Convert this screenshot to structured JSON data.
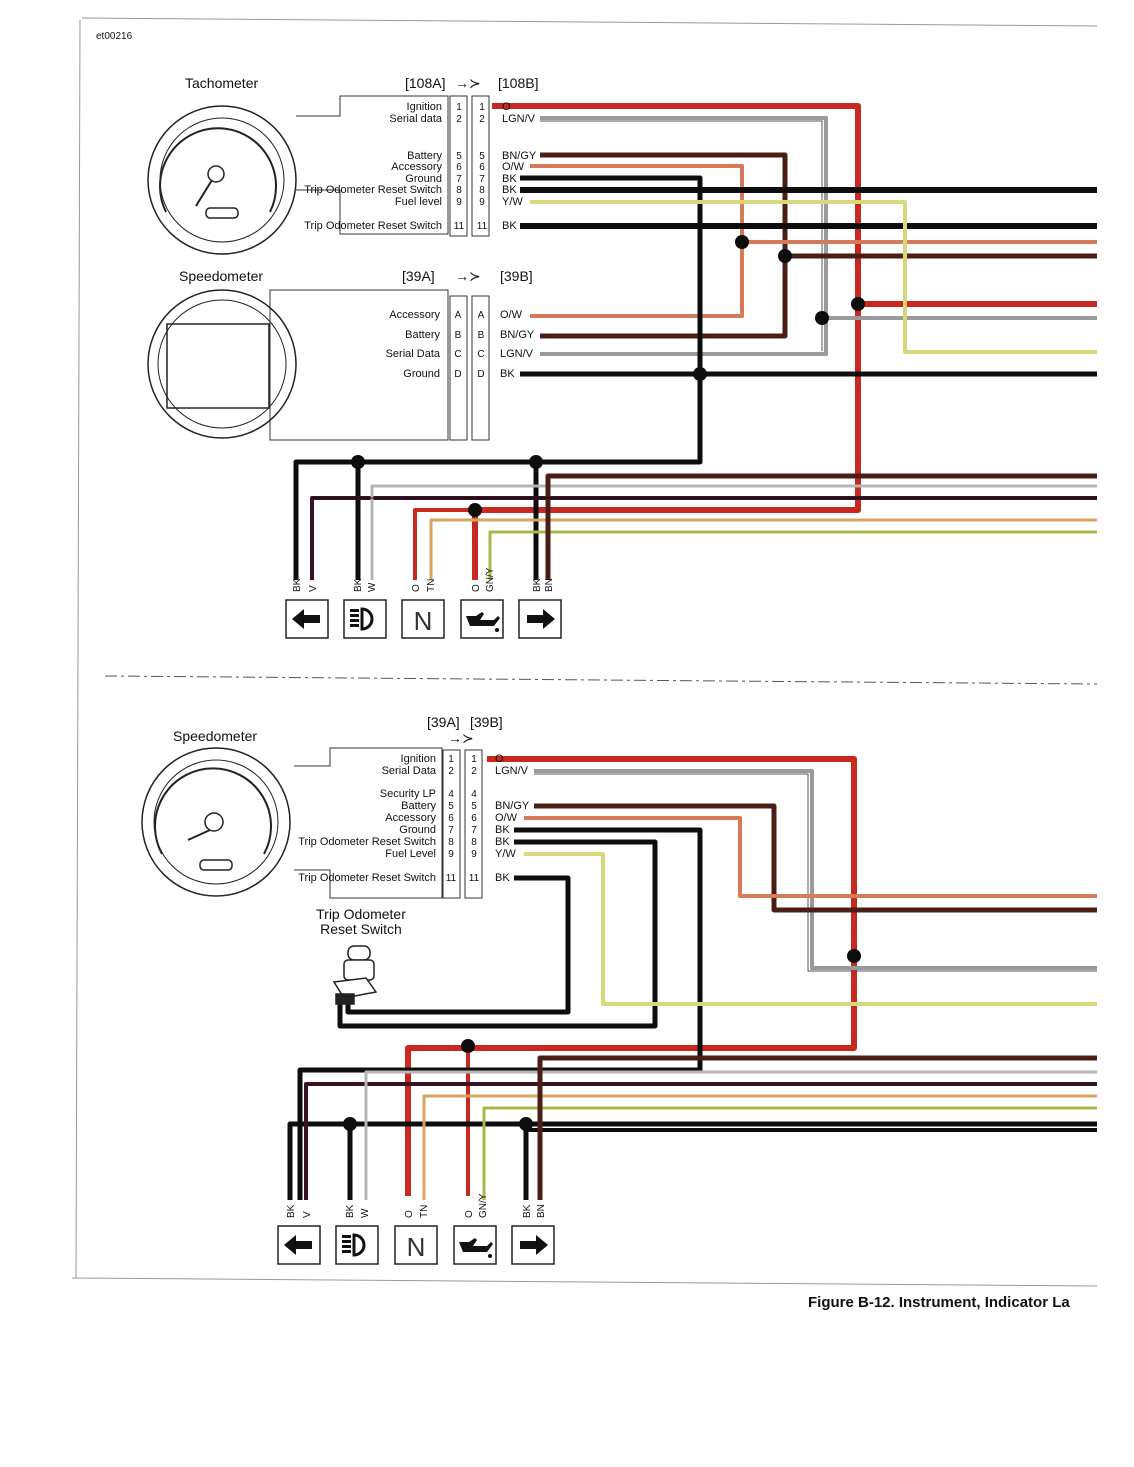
{
  "doc_id": "et00216",
  "caption": "Figure B-12. Instrument, Indicator La",
  "colors": {
    "O": "#c8281e",
    "LGN/V": "#9a9a9a",
    "BN/GY": "#4a1e14",
    "O/W": "#d77a5a",
    "BK": "#0d0d0d",
    "Y/W": "#d8d87a",
    "BN": "#4a1e14",
    "V": "#3a1226",
    "W": "#b5b5b5",
    "TN": "#d4a660",
    "GN/Y": "#a9b64a"
  },
  "top": {
    "tach_title": "Tachometer",
    "speedo_title": "Speedometer",
    "conn1": {
      "left": "[108A]",
      "right": "[108B]",
      "arrow": "→≻"
    },
    "conn2": {
      "left": "[39A]",
      "right": "[39B]",
      "arrow": "→≻"
    },
    "tach_rows": [
      {
        "label": "Ignition",
        "pin": "1",
        "wire": "O"
      },
      {
        "label": "Serial data",
        "pin": "2",
        "wire": "LGN/V"
      },
      {
        "label": "Battery",
        "pin": "5",
        "wire": "BN/GY"
      },
      {
        "label": "Accessory",
        "pin": "6",
        "wire": "O/W"
      },
      {
        "label": "Ground",
        "pin": "7",
        "wire": "BK"
      },
      {
        "label": "Trip Odometer Reset Switch",
        "pin": "8",
        "wire": "BK"
      },
      {
        "label": "Fuel level",
        "pin": "9",
        "wire": "Y/W"
      },
      {
        "label": "Trip Odometer Reset Switch",
        "pin": "11",
        "wire": "BK"
      }
    ],
    "speedo_rows": [
      {
        "label": "Accessory",
        "pin": "A",
        "wire": "O/W"
      },
      {
        "label": "Battery",
        "pin": "B",
        "wire": "BN/GY"
      },
      {
        "label": "Serial Data",
        "pin": "C",
        "wire": "LGN/V"
      },
      {
        "label": "Ground",
        "pin": "D",
        "wire": "BK"
      }
    ],
    "indicator_wires": [
      "BK",
      "V",
      "BK",
      "W",
      "O",
      "TN",
      "O",
      "GN/Y",
      "BK",
      "BN"
    ],
    "neutral_letter": "N"
  },
  "bottom": {
    "speedo_title": "Speedometer",
    "conn": {
      "left": "[39A]",
      "right": "[39B]",
      "arrow": "→≻"
    },
    "switch_title_1": "Trip Odometer",
    "switch_title_2": "Reset Switch",
    "rows": [
      {
        "label": "Ignition",
        "pin": "1",
        "wire": "O"
      },
      {
        "label": "Serial Data",
        "pin": "2",
        "wire": "LGN/V"
      },
      {
        "label": "Security LP",
        "pin": "4",
        "wire": ""
      },
      {
        "label": "Battery",
        "pin": "5",
        "wire": "BN/GY"
      },
      {
        "label": "Accessory",
        "pin": "6",
        "wire": "O/W"
      },
      {
        "label": "Ground",
        "pin": "7",
        "wire": "BK"
      },
      {
        "label": "Trip Odometer Reset Switch",
        "pin": "8",
        "wire": "BK"
      },
      {
        "label": "Fuel Level",
        "pin": "9",
        "wire": "Y/W"
      },
      {
        "label": "Trip Odometer Reset Switch",
        "pin": "11",
        "wire": "BK"
      }
    ],
    "indicator_wires": [
      "BK",
      "V",
      "BK",
      "W",
      "O",
      "TN",
      "O",
      "GN/Y",
      "BK",
      "BN"
    ],
    "neutral_letter": "N"
  }
}
